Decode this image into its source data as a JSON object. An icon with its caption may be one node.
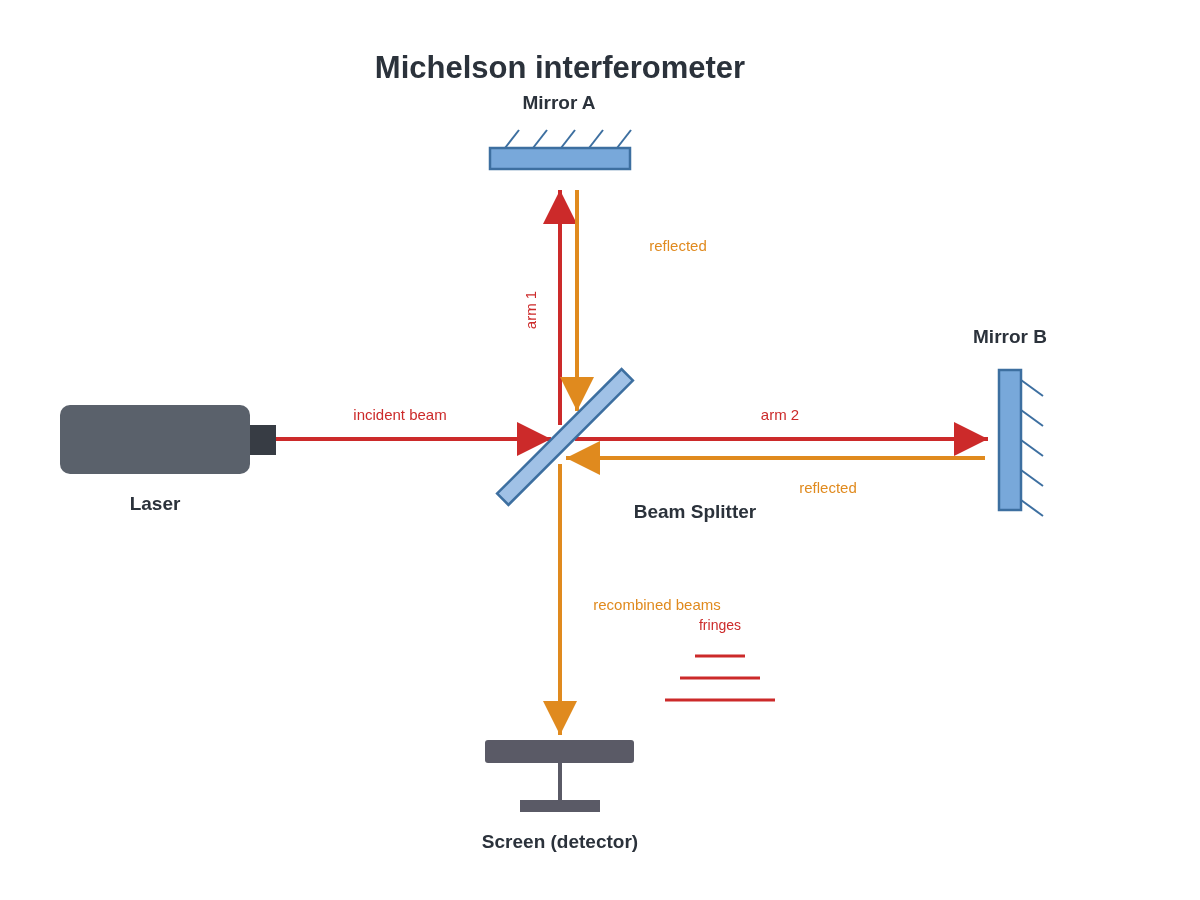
{
  "diagram": {
    "title": "Michelson interferometer",
    "nodes": [
      {
        "text": [
          "Laser"
        ]
      },
      {
        "text": [
          "Mirror A"
        ]
      },
      {
        "text": [
          "Beam Splitter"
        ]
      },
      {
        "text": [
          "Mirror B"
        ]
      },
      {
        "text": [
          "Screen (detector)"
        ]
      }
    ],
    "edges": [
      {
        "from": 0,
        "to": 2,
        "arrow": "to",
        "label": "incident beam"
      },
      {
        "from": 2,
        "to": 1,
        "arrow": "to",
        "label": "arm 1"
      },
      {
        "from": 1,
        "to": 2,
        "arrow": "to",
        "label": "reflected",
        "color": "#e08a1e"
      },
      {
        "from": 2,
        "to": 3,
        "arrow": "to",
        "label": "arm 2"
      },
      {
        "from": 3,
        "to": 2,
        "arrow": "to",
        "label": "reflected",
        "color": "#e08a1e"
      },
      {
        "from": 2,
        "to": 4,
        "arrow": "to",
        "label": "recombined beams",
        "color": "#e08a1e"
      }
    ],
    "labels": [
      "fringes"
    ]
  }
}
